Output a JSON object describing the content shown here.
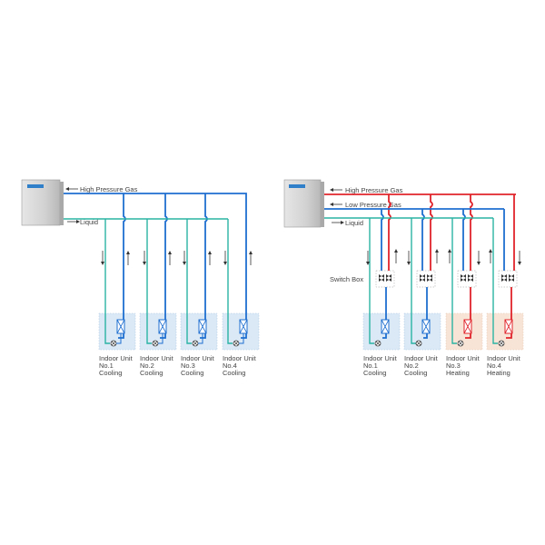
{
  "colors": {
    "liquid": "#2ab3a4",
    "high_pressure": "#e0242b",
    "high_pressure_cooling": "#1f6fd0",
    "low_pressure": "#1f6fd0",
    "cooling_box": "#dbe9f6",
    "heating_box": "#f8e4d6",
    "arrow": "#333333",
    "text": "#444444"
  },
  "left_diagram": {
    "pipe_labels": {
      "high_pressure_gas": "High Pressure Gas",
      "liquid": "Liquid"
    },
    "units": [
      {
        "line1": "Indoor Unit",
        "line2": "No.1",
        "line3": "Cooling",
        "mode": "cooling"
      },
      {
        "line1": "Indoor Unit",
        "line2": "No.2",
        "line3": "Cooling",
        "mode": "cooling"
      },
      {
        "line1": "Indoor Unit",
        "line2": "No.3",
        "line3": "Cooling",
        "mode": "cooling"
      },
      {
        "line1": "Indoor Unit",
        "line2": "No.4",
        "line3": "Cooling",
        "mode": "cooling"
      }
    ]
  },
  "right_diagram": {
    "pipe_labels": {
      "high_pressure_gas": "High Pressure Gas",
      "low_pressure_gas": "Low Pressure Gas",
      "liquid": "Liquid"
    },
    "switch_box_label": "Switch Box",
    "units": [
      {
        "line1": "Indoor Unit",
        "line2": "No.1",
        "line3": "Cooling",
        "mode": "cooling"
      },
      {
        "line1": "Indoor Unit",
        "line2": "No.2",
        "line3": "Cooling",
        "mode": "cooling"
      },
      {
        "line1": "Indoor Unit",
        "line2": "No.3",
        "line3": "Heating",
        "mode": "heating"
      },
      {
        "line1": "Indoor Unit",
        "line2": "No.4",
        "line3": "Heating",
        "mode": "heating"
      }
    ]
  }
}
